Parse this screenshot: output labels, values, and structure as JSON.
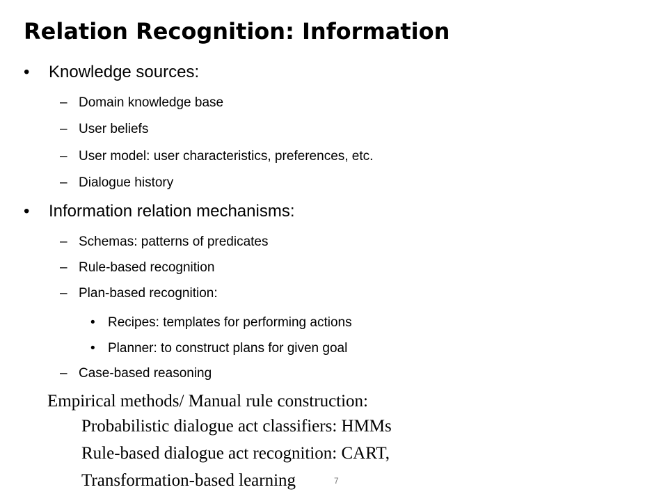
{
  "slide": {
    "title": "Relation Recognition: Information",
    "bullet_glyph": "•",
    "dash_glyph": "–",
    "sections": [
      {
        "heading": "Knowledge sources:",
        "items": [
          "Domain knowledge base",
          "User beliefs",
          "User model: user characteristics, preferences, etc.",
          "Dialogue history"
        ]
      },
      {
        "heading": "Information relation mechanisms:",
        "items": [
          "Schemas: patterns of predicates",
          "Rule-based recognition",
          "Plan-based recognition:"
        ],
        "subitems": [
          "Recipes: templates for performing actions",
          "Planner: to construct plans for given goal"
        ],
        "last_item": "Case-based reasoning"
      }
    ],
    "note": {
      "heading": "Empirical methods/ Manual rule construction:",
      "lines": [
        "Probabilistic dialogue act classifiers: HMMs",
        "Rule-based dialogue act recognition: CART,",
        "Transformation-based learning"
      ]
    },
    "page_number": "7"
  }
}
